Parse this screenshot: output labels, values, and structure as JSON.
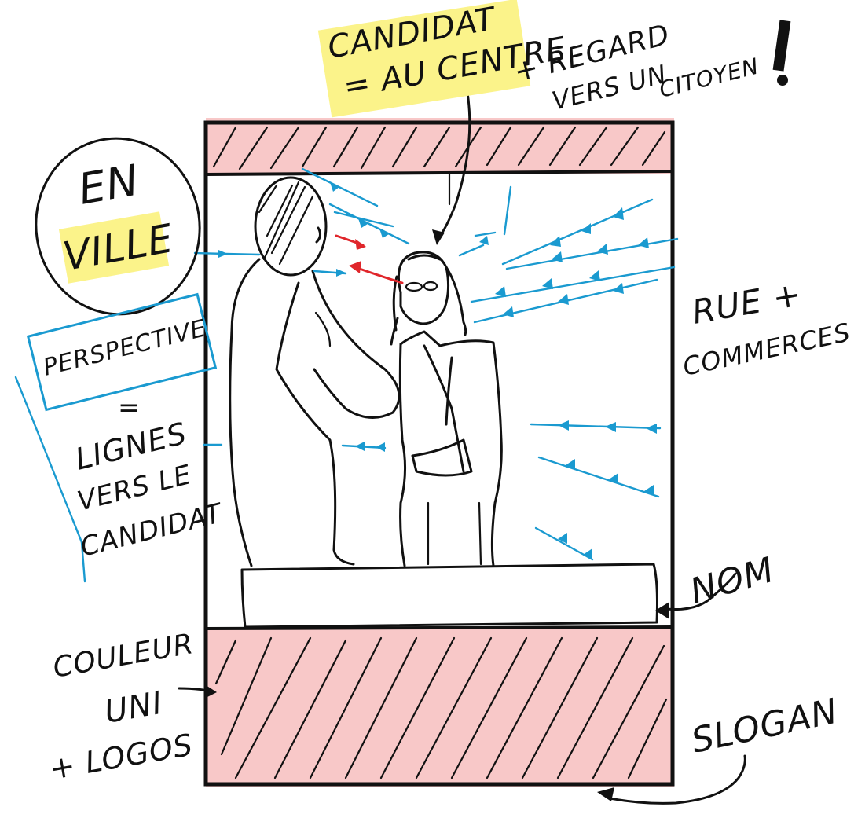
{
  "labels": {
    "candidat_line1": "CANDIDAT",
    "candidat_line2": "= AU CENTRE",
    "regard_line1": "+ REGARD",
    "regard_line2": "VERS UN",
    "regard_line3": "CITOYEN",
    "exclamation": "!",
    "en": "EN",
    "ville": "VILLE",
    "perspective": "PERSPECTIVE",
    "equals": "=",
    "lignes_line1": "LIGNES",
    "lignes_line2": "VERS LE",
    "lignes_line3": "CANDIDAT",
    "rue_line1": "RUE +",
    "rue_line2": "COMMERCES",
    "nom": "NOM",
    "couleur_line1": "COULEUR",
    "couleur_line2": "UNI",
    "couleur_line3": "+ LOGOS",
    "slogan": "SLOGAN"
  },
  "colors": {
    "ink": "#111111",
    "highlight_yellow": "#fbf38a",
    "band_pink": "#f8c8c8",
    "perspective_blue": "#1a9ad0",
    "gaze_red": "#e0262b"
  }
}
